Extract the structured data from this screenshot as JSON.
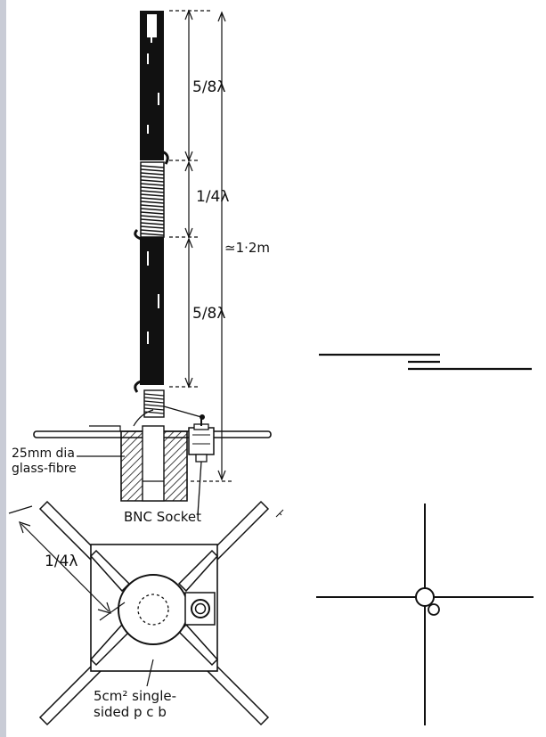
{
  "labels": {
    "top_section": "5/8λ",
    "coil_section": "1/4λ",
    "lower_section": "5/8λ",
    "overall_length": "≃1·2m",
    "base_material_line1": "25mm dia",
    "base_material_line2": "glass-fibre",
    "connector": "BNC Socket",
    "radial_length": "1/4λ",
    "pcb_line1": "5cm² single-",
    "pcb_line2": "sided p c b"
  },
  "colors": {
    "ink": "#111111",
    "left_edge": "#c9ccd6"
  }
}
